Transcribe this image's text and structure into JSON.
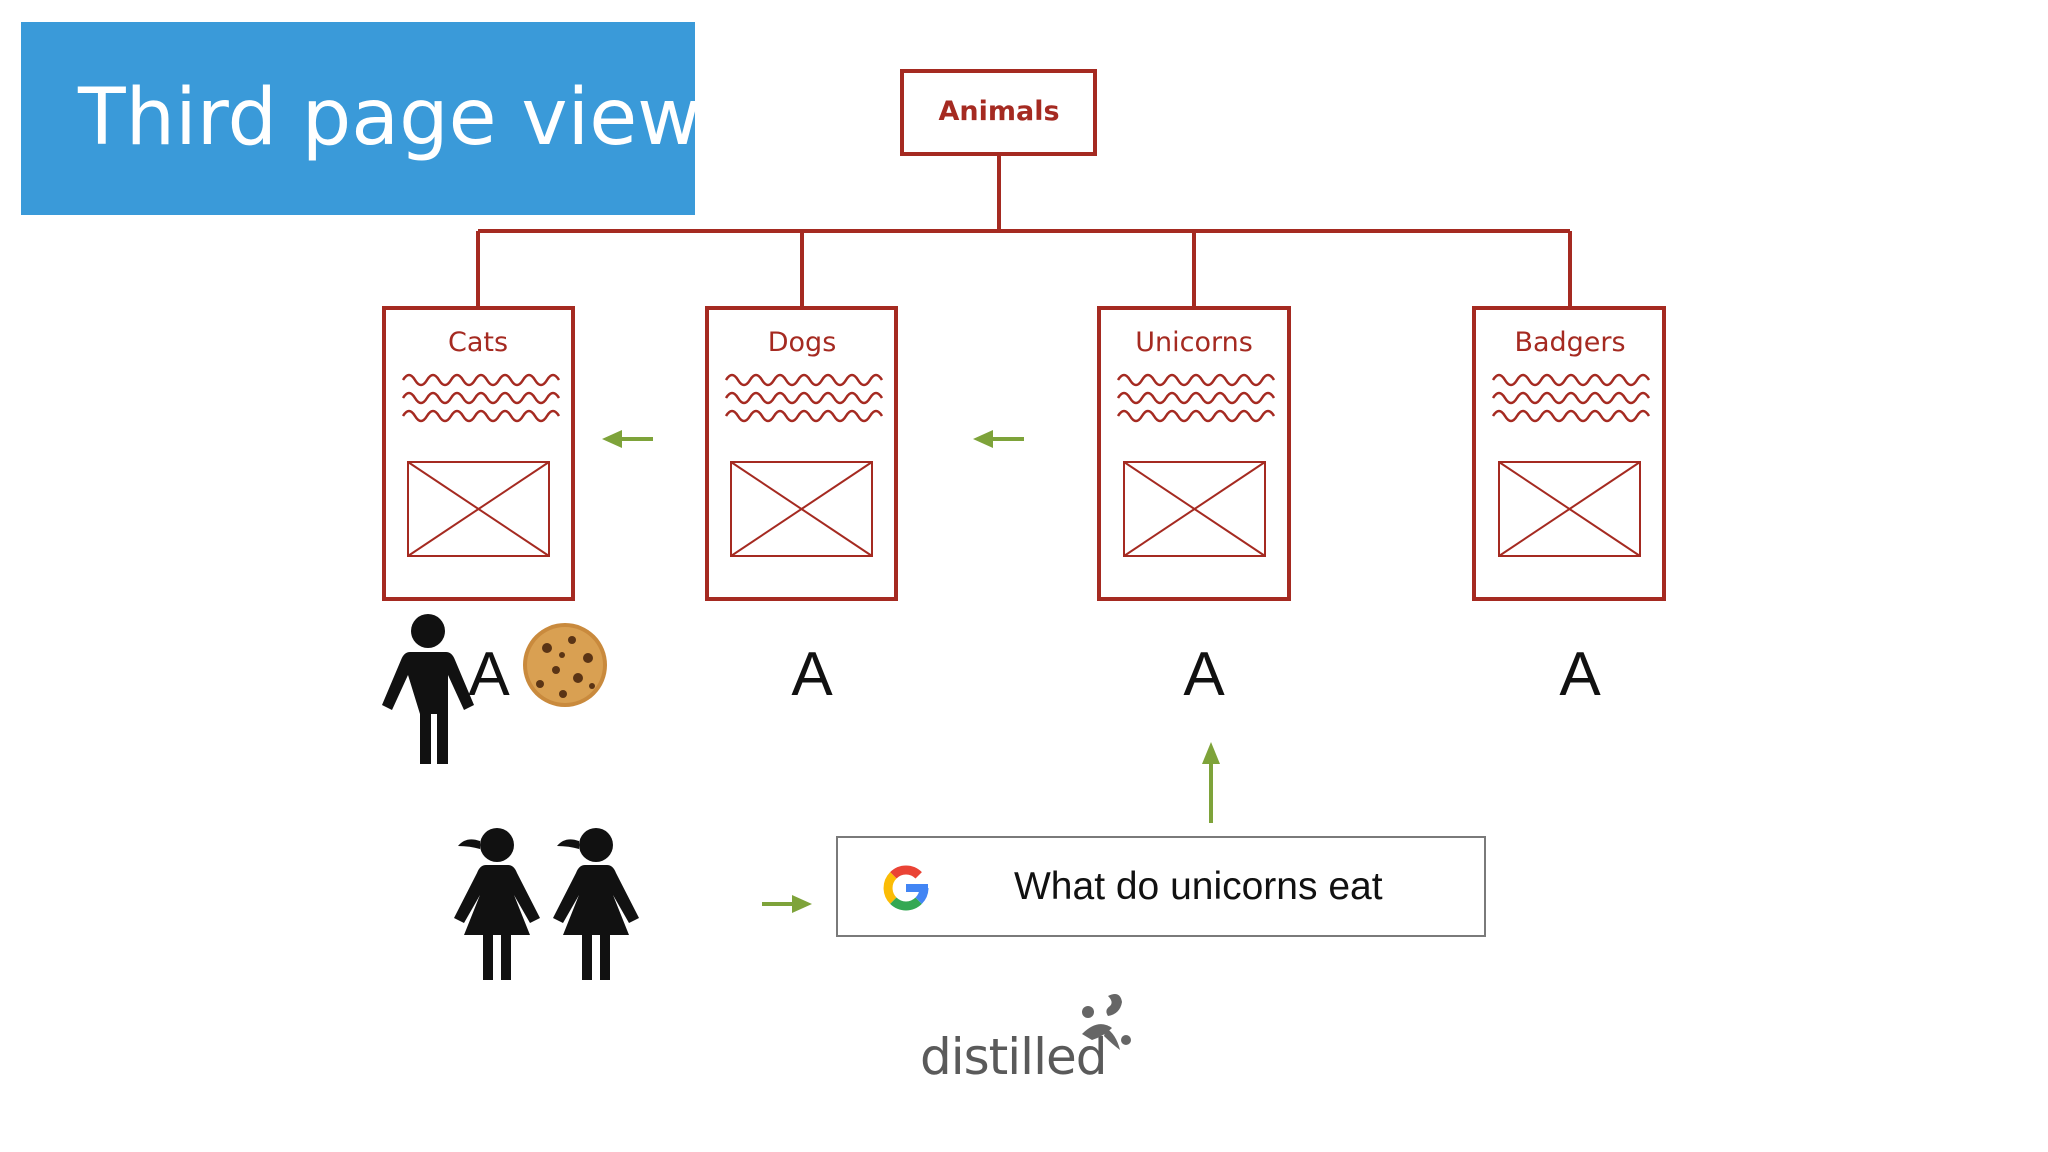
{
  "slide": {
    "title": "Third page view",
    "accent": "#3a9ad9",
    "diagram_color": "#a52a21",
    "arrow_color": "#7ea33a"
  },
  "tree": {
    "root": "Animals",
    "pages": [
      {
        "title": "Cats",
        "ad": "A"
      },
      {
        "title": "Dogs",
        "ad": "A"
      },
      {
        "title": "Unicorns",
        "ad": "A"
      },
      {
        "title": "Badgers",
        "ad": "A"
      }
    ]
  },
  "search": {
    "query": "What do unicorns eat",
    "icon": "google-g-icon"
  },
  "icons": [
    "person-icon",
    "cookie-icon",
    "girl-icon",
    "girl-icon",
    "arrow-left-icon",
    "arrow-up-icon",
    "arrow-right-icon"
  ],
  "brand": {
    "name": "distilled"
  }
}
